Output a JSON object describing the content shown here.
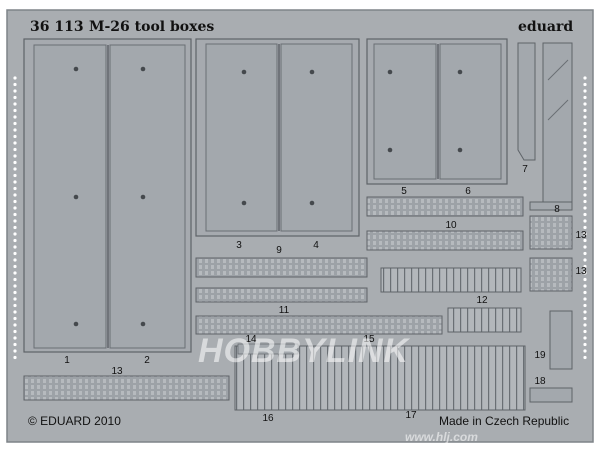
{
  "header": {
    "set_number": "36 113",
    "title": "M-26 tool boxes",
    "brand": "eduard"
  },
  "footer": {
    "copyright": "© EDUARD 2010",
    "origin": "Made in Czech Republic"
  },
  "parts": [
    "1",
    "2",
    "3",
    "4",
    "5",
    "6",
    "7",
    "8",
    "9",
    "10",
    "11",
    "12",
    "13",
    "13",
    "13",
    "14",
    "15",
    "16",
    "17",
    "18",
    "19"
  ],
  "watermark": {
    "text": "HOBBYLINK",
    "url": "www.hlj.com"
  },
  "colors": {
    "fret": "#a9adb1",
    "fret_edge": "#7e8388",
    "part": "#a3a8ad",
    "part_edge": "#5e6368",
    "hole": "#ffffff",
    "rivet": "#45494d"
  }
}
